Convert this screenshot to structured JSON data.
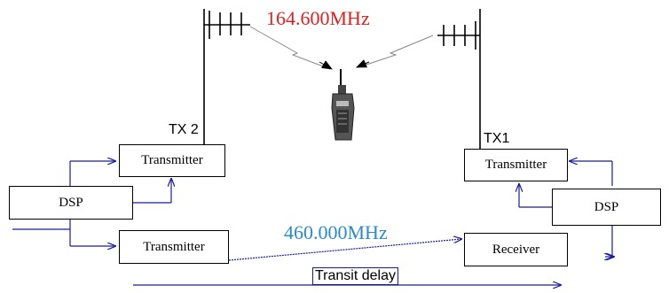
{
  "colors": {
    "blue_arrow": "#1a1aa0",
    "freq_red": "#e02020",
    "freq_blue": "#2a8ad0"
  },
  "labels": {
    "freq_top": "164.600MHz",
    "freq_bottom": "460.000MHz",
    "tx2": "TX 2",
    "tx1": "TX1",
    "transit_delay": "Transit delay"
  },
  "boxes": {
    "left_transmitter_top": "Transmitter",
    "left_dsp": "DSP",
    "left_transmitter_bottom": "Transmitter",
    "right_transmitter": "Transmitter",
    "right_dsp": "DSP",
    "receiver": "Receiver"
  },
  "icons": [
    "yagi-antenna-icon",
    "handheld-radio-icon"
  ]
}
